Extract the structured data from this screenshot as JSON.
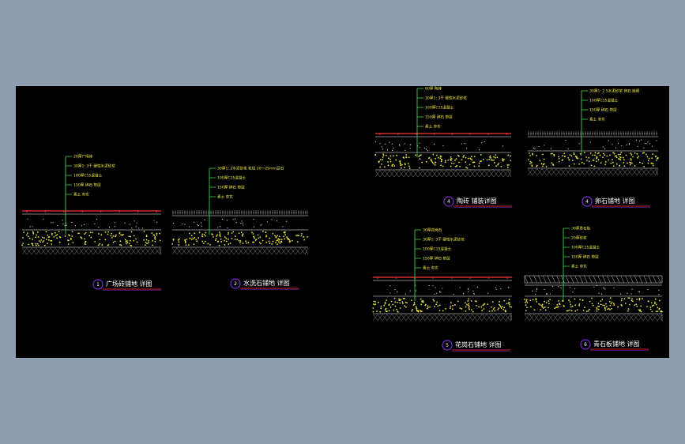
{
  "colors": {
    "background": "#8e9db0",
    "viewport": "#000000",
    "leader": "#3fd34a",
    "label": "#f2ee3c",
    "surface_red": "#d92a2a",
    "title": "#ffffff",
    "marker": "#7a2bd6",
    "underline": "#d81e3c",
    "aggregate": "#e8e23a",
    "hatch": "#8a8a8a"
  },
  "details": [
    {
      "number": "1",
      "title": "广场砖铺地 详图",
      "labels": [
        "20厚广场砖",
        "30厚1: 3干 硬性水泥砂浆",
        "100厚C15混凝土",
        "150厚 碎石 垫层",
        "素土 夯实"
      ]
    },
    {
      "number": "2",
      "title": "水洗石铺地 详图",
      "labels": [
        "30厚1: 2水泥砂浆 粒径 20～25mm豆石",
        "100厚C15混凝土",
        "150厚 碎石 垫层",
        "素土 夯实"
      ]
    },
    {
      "number": "4",
      "title": "陶砖 铺装详图",
      "labels": [
        "60厚 陶砖",
        "30厚1: 3干 硬性水泥砂浆",
        "100厚C15混凝土",
        "150厚 碎石 垫层",
        "素土 夯实"
      ]
    },
    {
      "number": "4",
      "title": "卵石铺地 详图",
      "labels": [
        "30厚1: 2.5水泥砂浆 卵石 嵌砌",
        "100厚C15混凝土",
        "150厚 碎石 垫层",
        "素土 夯实"
      ]
    },
    {
      "number": "5",
      "title": "花岗石铺地 详图",
      "labels": [
        "30厚花岗石",
        "30厚1: 3干 硬性水泥砂浆",
        "100厚C15混凝土",
        "150厚 碎石 垫层",
        "素土 夯实"
      ]
    },
    {
      "number": "6",
      "title": "青石板铺地 详图",
      "labels": [
        "30厚青石板",
        "20厚砂浆",
        "100厚C15混凝土",
        "150厚 碎石 垫层",
        "素土 夯实"
      ]
    }
  ]
}
